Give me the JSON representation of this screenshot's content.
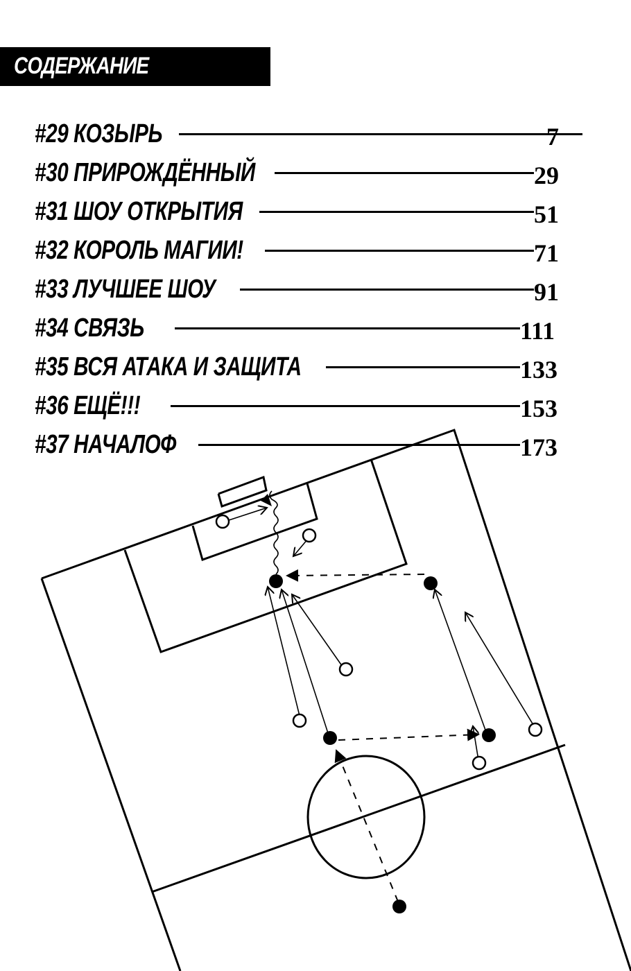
{
  "header": {
    "title": "СОДЕРЖАНИЕ"
  },
  "toc": [
    {
      "number": "#29",
      "title": "КОЗЫРЬ",
      "page": "7"
    },
    {
      "number": "#30",
      "title": "ПРИРОЖДЁННЫЙ",
      "page": "29"
    },
    {
      "number": "#31",
      "title": "ШОУ ОТКРЫТИЯ",
      "page": "51"
    },
    {
      "number": "#32",
      "title": "КОРОЛЬ МАГИИ!",
      "page": "71"
    },
    {
      "number": "#33",
      "title": "ЛУЧШЕЕ ШОУ",
      "page": "91"
    },
    {
      "number": "#34",
      "title": "СВЯЗЬ",
      "page": "111"
    },
    {
      "number": "#35",
      "title": "ВСЯ АТАКА И ЗАЩИТА",
      "page": "133"
    },
    {
      "number": "#36",
      "title": "ЕЩЁ!!!",
      "page": "153"
    },
    {
      "number": "#37",
      "title": "НАЧАЛОФ",
      "page": "173"
    }
  ],
  "diagram": {
    "description": "soccer-tactics-diagram",
    "line_color": "#000000",
    "background_color": "#ffffff"
  }
}
